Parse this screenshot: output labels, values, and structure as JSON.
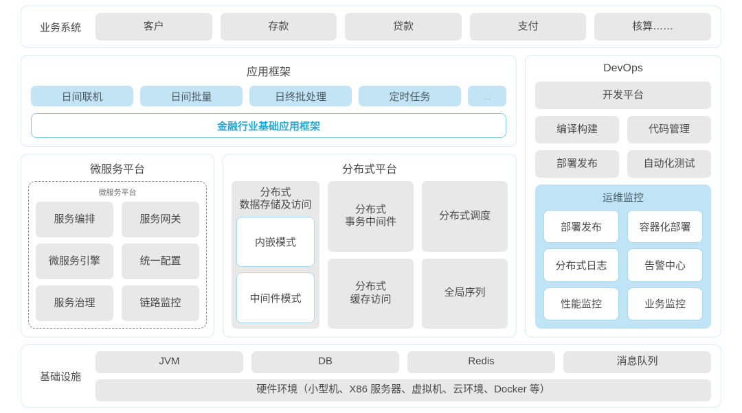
{
  "business_system": {
    "label": "业务系统",
    "items": [
      "客户",
      "存款",
      "贷款",
      "支付",
      "核算……"
    ]
  },
  "app_framework": {
    "title": "应用框架",
    "tags": [
      "日间联机",
      "日间批量",
      "日终批处理",
      "定时任务"
    ],
    "ellipsis": "...",
    "base_framework": "金融行业基础应用框架"
  },
  "microservice": {
    "title": "微服务平台",
    "inner_title": "微服务平台",
    "items": [
      "服务编排",
      "服务网关",
      "微服务引擎",
      "统一配置",
      "服务治理",
      "链路监控"
    ]
  },
  "distributed": {
    "title": "分布式平台",
    "storage": {
      "label": "分布式\n数据存储及访问",
      "modes": [
        "内嵌模式",
        "中间件模式"
      ]
    },
    "items": [
      "分布式\n事务中间件",
      "分布式调度",
      "分布式\n缓存访问",
      "全局序列"
    ]
  },
  "devops": {
    "title": "DevOps",
    "platform": "开发平台",
    "items": [
      "编译构建",
      "代码管理",
      "部署发布",
      "自动化测试"
    ],
    "monitoring": {
      "title": "运维监控",
      "items": [
        "部署发布",
        "容器化部署",
        "分布式日志",
        "告警中心",
        "性能监控",
        "业务监控"
      ]
    }
  },
  "infrastructure": {
    "label": "基础设施",
    "items": [
      "JVM",
      "DB",
      "Redis",
      "消息队列"
    ],
    "hardware": "硬件环境（小型机、X86 服务器、虚拟机、云环境、Docker 等）"
  },
  "colors": {
    "panel_border": "#d9eef5",
    "chip_gray": "#e8e8e8",
    "chip_blue": "#c3e4f5",
    "accent_cyan": "#2aa9d4",
    "monitor_bg": "#bfe4f5"
  }
}
